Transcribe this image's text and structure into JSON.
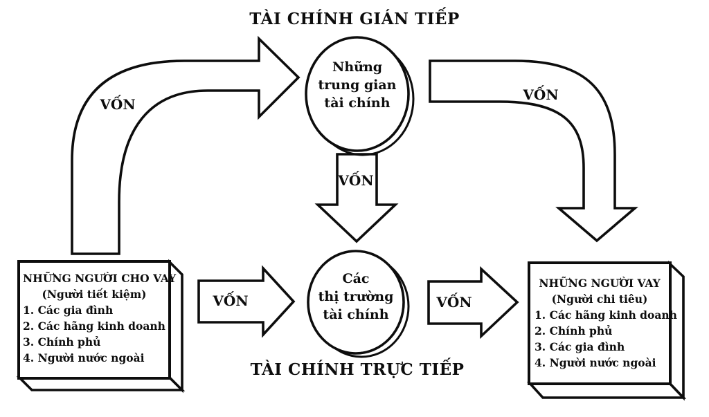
{
  "diagram": {
    "top_title": "TÀI CHÍNH GIÁN TIẾP",
    "bottom_title": "TÀI CHÍNH TRỰC TIẾP",
    "flow_label": "VỐN",
    "intermediaries_node": {
      "lines": [
        "Những",
        "trung gian",
        "tài chính"
      ]
    },
    "markets_node": {
      "lines": [
        "Các",
        "thị trường",
        "tài chính"
      ]
    },
    "lenders_box": {
      "title": "NHỮNG NGƯỜI CHO VAY",
      "subtitle": "(Người tiết kiệm)",
      "items": [
        "1. Các gia đình",
        "2. Các hãng kinh doanh",
        "3. Chính phủ",
        "4. Người nước ngoài"
      ]
    },
    "borrowers_box": {
      "title": "NHỮNG NGƯỜI VAY",
      "subtitle": "(Người chi tiêu)",
      "items": [
        "1. Các hãng kinh doanh",
        "2. Chính phủ",
        "3. Các gia đình",
        "4. Người nước ngoài"
      ]
    },
    "colors": {
      "ink": "#0d0d0d",
      "background": "#ffffff"
    }
  }
}
